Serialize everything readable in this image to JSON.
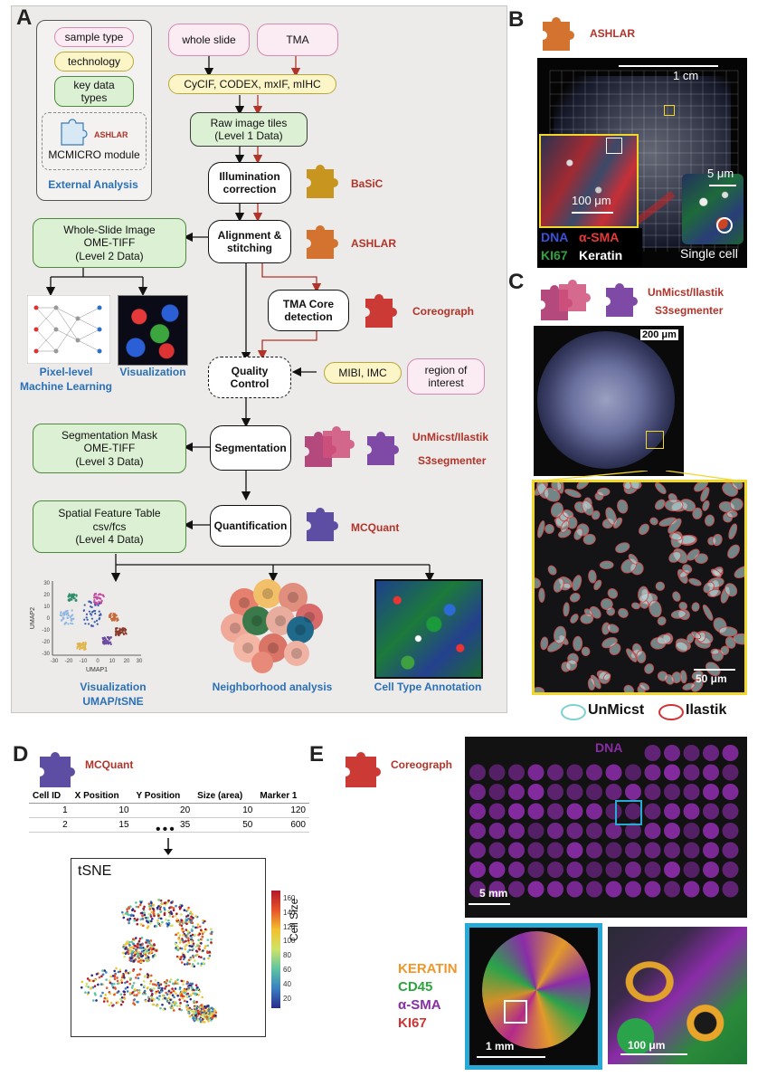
{
  "panels": {
    "a": "A",
    "b": "B",
    "c": "C",
    "d": "D",
    "e": "E"
  },
  "legend": {
    "sample_type": "sample type",
    "technology": "technology",
    "key_data_types": "key data\ntypes",
    "module_name": "ASHLAR",
    "module_label": "MCMICRO module",
    "external": "External Analysis"
  },
  "flow": {
    "whole_slide": "whole slide",
    "tma": "TMA",
    "tech": "CyCIF, CODEX, mxIF, mIHC",
    "raw_tiles": "Raw image tiles\n(Level 1 Data)",
    "illumination": "Illumination\ncorrection",
    "alignment": "Alignment &\nstitching",
    "wsi": "Whole-Slide Image\nOME-TIFF\n(Level 2 Data)",
    "tma_core": "TMA Core\ndetection",
    "qc": "Quality\nControl",
    "mibi": "MIBI, IMC",
    "roi": "region of\ninterest",
    "segmentation": "Segmentation",
    "seg_mask": "Segmentation Mask\nOME-TIFF\n(Level 3 Data)",
    "quantification": "Quantification",
    "feature_table": "Spatial Feature Table\ncsv/fcs\n(Level 4 Data)"
  },
  "modules": {
    "basic": "BaSiC",
    "ashlar": "ASHLAR",
    "coreograph": "Coreograph",
    "unmicst": "UnMicst/Ilastik",
    "s3seg": "S3segmenter",
    "mcquant": "MCQuant"
  },
  "outputs": {
    "pixel_ml": "Pixel-level\nMachine Learning",
    "visualization": "Visualization",
    "vis_umap": "Visualization\nUMAP/tSNE",
    "neighborhood": "Neighborhood analysis",
    "cell_type": "Cell Type Annotation"
  },
  "umap": {
    "xlabel": "UMAP1",
    "ylabel": "UMAP2",
    "xticks": [
      "-30",
      "-20",
      "-10",
      "0",
      "10",
      "20",
      "30"
    ],
    "yticks": [
      "30",
      "20",
      "10",
      "0",
      "-10",
      "-20",
      "-30"
    ]
  },
  "panel_b": {
    "module": "ASHLAR",
    "scale_1cm": "1 cm",
    "scale_100um": "100 μm",
    "scale_5um": "5 μm",
    "single_cell": "Single cell",
    "dna": "DNA",
    "asma": "α-SMA",
    "ki67": "KI67",
    "keratin": "Keratin"
  },
  "panel_c": {
    "module1": "UnMicst/Ilastik",
    "module2": "S3segmenter",
    "scale_200": "200 μm",
    "scale_50": "50 μm",
    "legend_unmicst": "UnMicst",
    "legend_ilastik": "Ilastik"
  },
  "panel_d": {
    "module": "MCQuant",
    "columns": [
      "Cell ID",
      "X Position",
      "Y Position",
      "Size (area)",
      "Marker 1"
    ],
    "rows": [
      [
        "1",
        "10",
        "20",
        "10",
        "120"
      ],
      [
        "2",
        "15",
        "35",
        "50",
        "600"
      ]
    ],
    "ellipsis": "•••",
    "tsne_title": "tSNE",
    "colorbar_label": "Cell Size",
    "colorbar_ticks": [
      "160",
      "140",
      "120",
      "100",
      "80",
      "60",
      "40",
      "20"
    ]
  },
  "panel_e": {
    "module": "Coreograph",
    "dna": "DNA",
    "scale_5mm": "5 mm",
    "scale_1mm": "1 mm",
    "scale_100um": "100 μm",
    "keratin": "KERATIN",
    "cd45": "CD45",
    "asma": "α-SMA",
    "ki67": "KI67"
  },
  "colors": {
    "ashlar": "#d4732f",
    "basic": "#c8951f",
    "coreograph": "#cc3a36",
    "unmicst": "#b4497e",
    "s3seg": "#7f4aa6",
    "mcquant": "#5d4ea3",
    "red_text": "#b23328",
    "blue_text": "#2a70b8"
  }
}
